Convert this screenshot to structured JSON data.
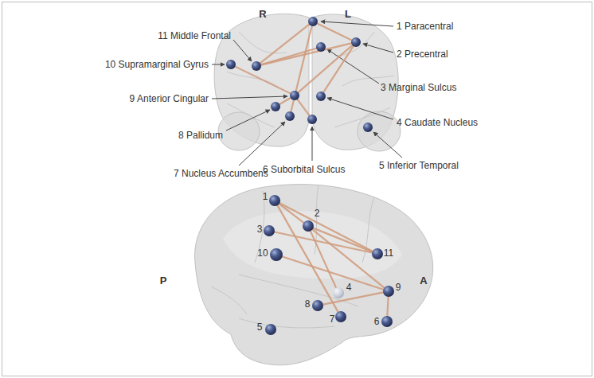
{
  "diagram": {
    "nodes": [
      {
        "text": [
          "1 Paracentral"
        ]
      },
      {
        "text": [
          "2 Precentral"
        ]
      },
      {
        "text": [
          "3 Marginal Sulcus"
        ]
      },
      {
        "text": [
          "4 Caudate Nucleus"
        ]
      },
      {
        "text": [
          "5 Inferior Temporal"
        ]
      },
      {
        "text": [
          "6 Suborbital Sulcus"
        ]
      },
      {
        "text": [
          "7 Nucleus Accumbens"
        ]
      },
      {
        "text": [
          "8 Pallidum"
        ]
      },
      {
        "text": [
          "9 Anterior Cingular"
        ]
      },
      {
        "text": [
          "10 Supramarginal Gyrus"
        ]
      },
      {
        "text": [
          "11 Middle Frontal"
        ]
      },
      {
        "text": [
          "1"
        ]
      },
      {
        "text": [
          "2"
        ]
      },
      {
        "text": [
          "3"
        ]
      },
      {
        "text": [
          "4"
        ]
      },
      {
        "text": [
          "5"
        ]
      },
      {
        "text": [
          "6"
        ]
      },
      {
        "text": [
          "7"
        ]
      },
      {
        "text": [
          "8"
        ]
      },
      {
        "text": [
          "9"
        ]
      },
      {
        "text": [
          "10"
        ]
      },
      {
        "text": [
          "11"
        ]
      }
    ],
    "edges": [
      {
        "from": 0,
        "to": 1,
        "arrow": "none"
      },
      {
        "from": 0,
        "to": 10,
        "arrow": "none"
      },
      {
        "from": 0,
        "to": 6,
        "arrow": "none"
      },
      {
        "from": 1,
        "to": 10,
        "arrow": "none"
      },
      {
        "from": 1,
        "to": 3,
        "arrow": "none"
      },
      {
        "from": 1,
        "to": 8,
        "arrow": "none"
      },
      {
        "from": 2,
        "to": 10,
        "arrow": "none"
      },
      {
        "from": 9,
        "to": 8,
        "arrow": "none"
      },
      {
        "from": 8,
        "to": 7,
        "arrow": "none"
      },
      {
        "from": 8,
        "to": 5,
        "arrow": "none"
      },
      {
        "from": 11,
        "to": 12,
        "arrow": "none"
      },
      {
        "from": 11,
        "to": 21,
        "arrow": "none"
      },
      {
        "from": 11,
        "to": 17,
        "arrow": "none"
      },
      {
        "from": 12,
        "to": 21,
        "arrow": "none"
      },
      {
        "from": 12,
        "to": 14,
        "arrow": "none"
      },
      {
        "from": 12,
        "to": 19,
        "arrow": "none"
      },
      {
        "from": 13,
        "to": 21,
        "arrow": "none"
      },
      {
        "from": 20,
        "to": 19,
        "arrow": "none"
      },
      {
        "from": 19,
        "to": 18,
        "arrow": "none"
      },
      {
        "from": 19,
        "to": 16,
        "arrow": "none"
      }
    ],
    "labels": [
      "R",
      "L",
      "P",
      "A"
    ]
  }
}
